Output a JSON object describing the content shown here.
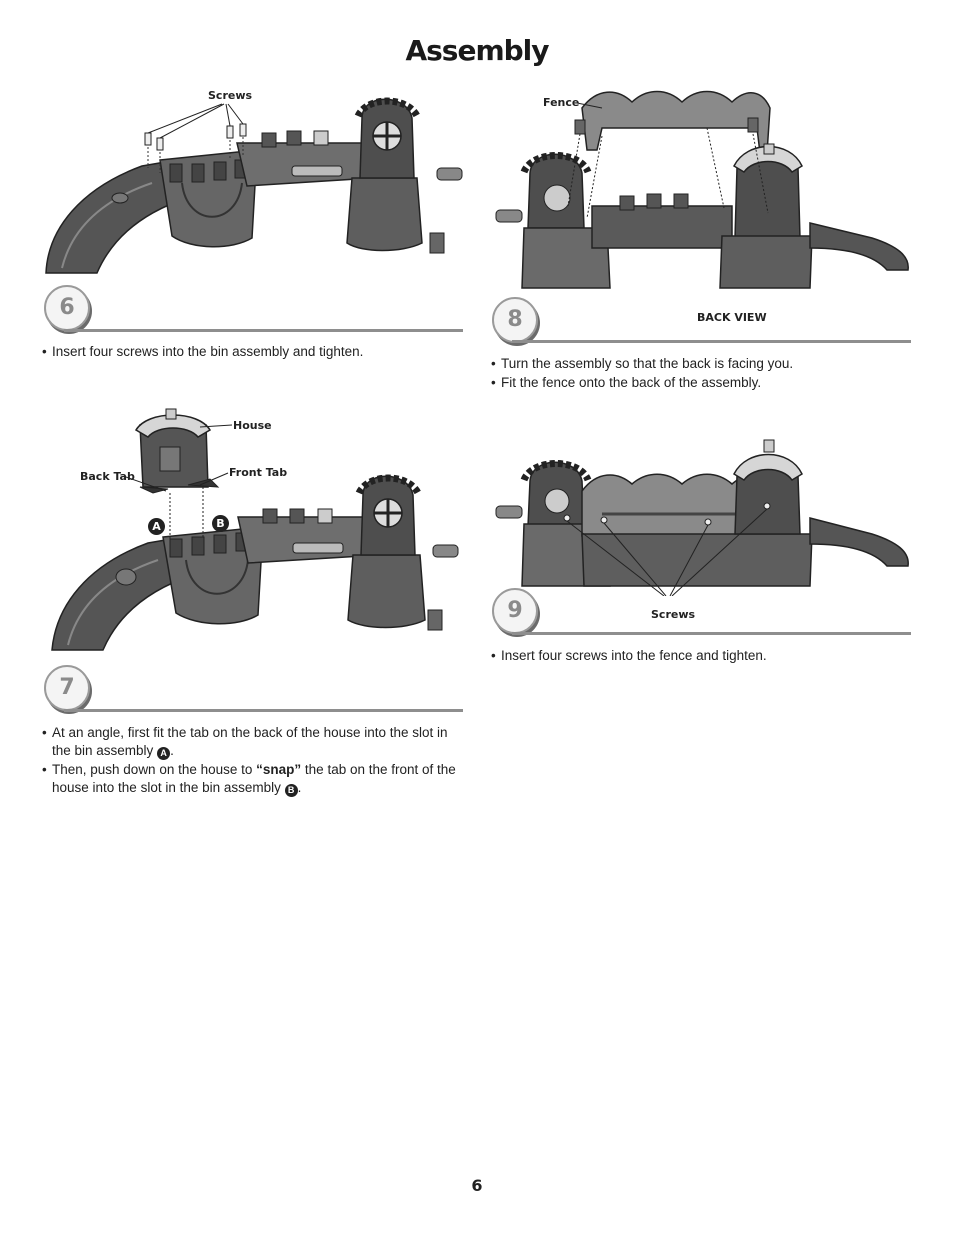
{
  "page": {
    "title": "Assembly",
    "page_number": "6"
  },
  "steps": {
    "step6": {
      "number": "6",
      "labels": {
        "screws": "Screws"
      },
      "instructions": [
        {
          "text": "Insert four screws into the bin assembly and tighten."
        }
      ]
    },
    "step7": {
      "number": "7",
      "labels": {
        "house": "House",
        "back_tab": "Back Tab",
        "front_tab": "Front Tab",
        "badge_a": "A",
        "badge_b": "B"
      },
      "instructions": [
        {
          "text": "At an angle, first fit the tab on the back of the house into the slot in the bin assembly ",
          "badge": "A",
          "end": "."
        },
        {
          "pre": "Then, push down on the house to ",
          "bold": "“snap”",
          "post": " the tab on the front of the house into the slot in the bin assembly ",
          "badge": "B",
          "end": "."
        }
      ]
    },
    "step8": {
      "number": "8",
      "labels": {
        "fence": "Fence",
        "view": "BACK VIEW"
      },
      "instructions": [
        {
          "text": "Turn the assembly so that the back is facing you."
        },
        {
          "text": "Fit the fence onto the back of the assembly."
        }
      ]
    },
    "step9": {
      "number": "9",
      "labels": {
        "screws": "Screws"
      },
      "instructions": [
        {
          "text": "Insert four screws into the fence and tighten."
        }
      ]
    }
  },
  "bullet_glyph": "•",
  "colors": {
    "rule": "#8e8e8e",
    "toy_dark": "#555555",
    "toy_mid": "#7a7a7a",
    "toy_light": "#d0d0d0"
  }
}
